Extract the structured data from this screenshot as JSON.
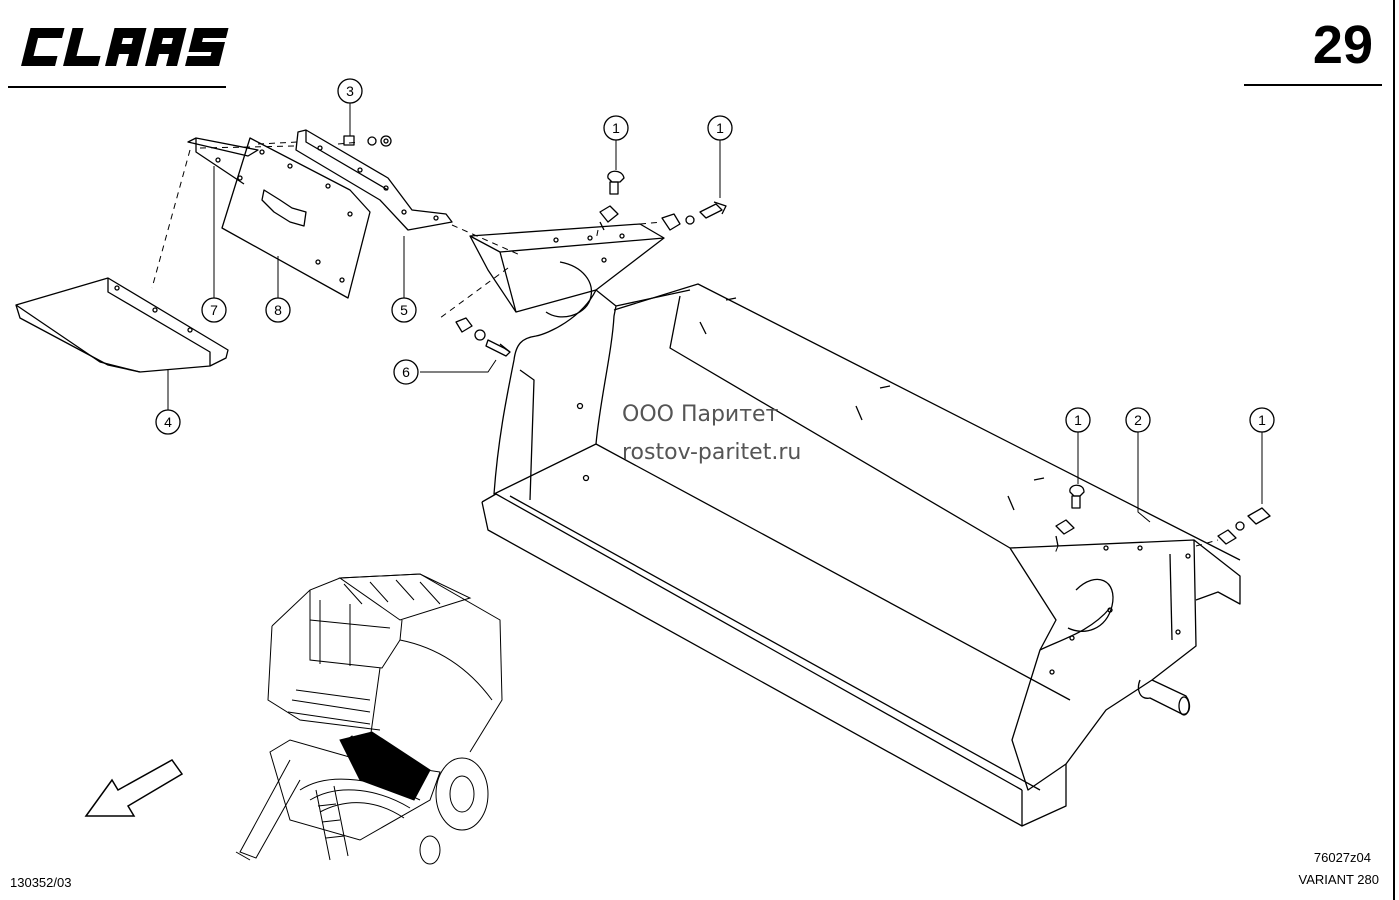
{
  "header": {
    "brand": "CLAAS",
    "page_number": "29"
  },
  "footer": {
    "doc_number": "130352/03",
    "drawing_number": "76027z04",
    "model": "VARIANT 280"
  },
  "watermark": {
    "company": "ООО Паритет",
    "site": "rostov-paritet.ru"
  },
  "callouts": [
    {
      "id": "callout-3",
      "label": "3"
    },
    {
      "id": "callout-1a",
      "label": "1"
    },
    {
      "id": "callout-1b",
      "label": "1"
    },
    {
      "id": "callout-7",
      "label": "7"
    },
    {
      "id": "callout-8",
      "label": "8"
    },
    {
      "id": "callout-5",
      "label": "5"
    },
    {
      "id": "callout-6",
      "label": "6"
    },
    {
      "id": "callout-4",
      "label": "4"
    },
    {
      "id": "callout-1c",
      "label": "1"
    },
    {
      "id": "callout-2",
      "label": "2"
    },
    {
      "id": "callout-1d",
      "label": "1"
    }
  ]
}
